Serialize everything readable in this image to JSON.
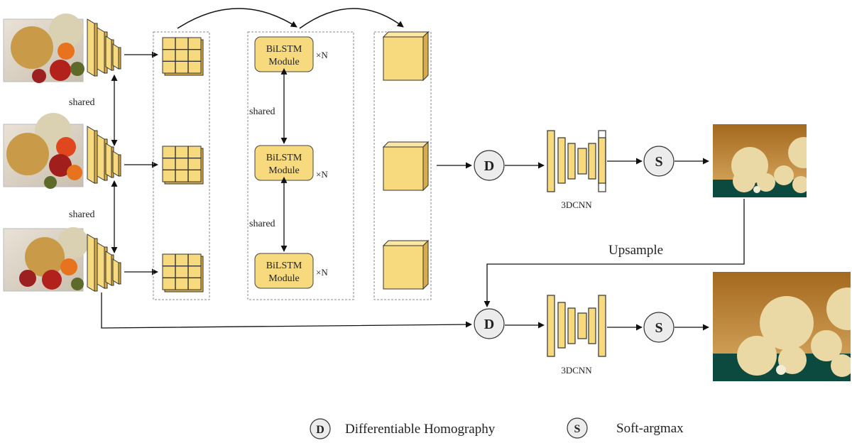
{
  "labels": {
    "shared": "shared",
    "bilstm_line1": "BiLSTM",
    "bilstm_line2": "Module",
    "times_n": "×N",
    "cnn": "3DCNN",
    "upsample": "Upsample",
    "d_symbol": "D",
    "s_symbol": "S"
  },
  "legend": {
    "d_symbol": "D",
    "d_text": "Differentiable Homography",
    "s_symbol": "S",
    "s_text": "Soft-argmax"
  },
  "colors": {
    "block_fill": "#f8da7e",
    "block_dark": "#d9ac45",
    "block_stroke": "#333333",
    "node_fill": "#ececec",
    "depth_bg_top": "#a4691e",
    "depth_bg_bottom": "#dcae66",
    "depth_object": "#ead8a5",
    "depth_hole": "#0c4a40"
  }
}
